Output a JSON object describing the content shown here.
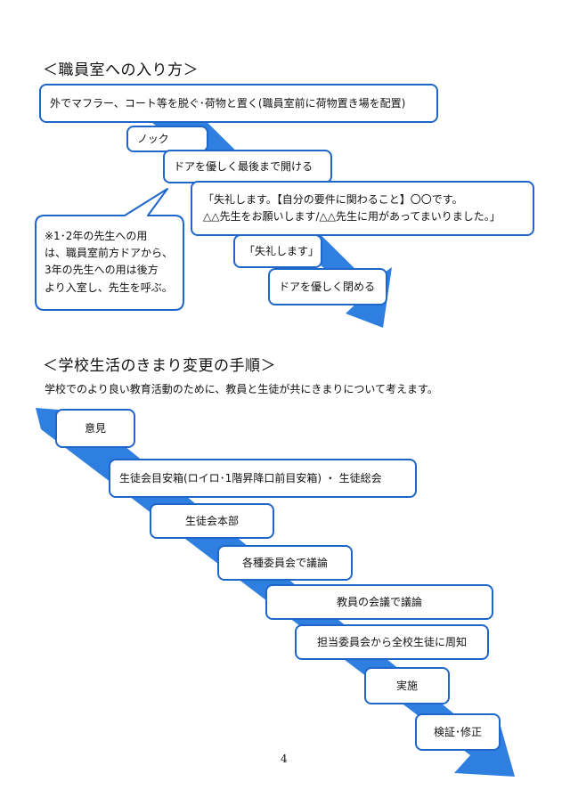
{
  "section1": {
    "heading": "＜職員室への入り方＞",
    "steps": [
      "外でマフラー、コート等を脱ぐ･荷物と置く(職員室前に荷物置き場を配置)",
      "ノック",
      "ドアを優しく最後まで開ける",
      "「失礼します。【自分の要件に関わること】〇〇です。",
      "△△先生をお願いします/△△先生に用があってまいりました。」",
      "「失礼します」",
      "ドアを優しく閉める"
    ],
    "note_lines": [
      "※1･2年の先生への用",
      "は、職員室前方ドアから、",
      "3年の先生への用は後方",
      "より入室し、先生を呼ぶ。"
    ]
  },
  "section2": {
    "heading": "＜学校生活のきまり変更の手順＞",
    "intro": "学校でのより良い教育活動のために、教員と生徒が共にきまりについて考えます。",
    "steps": [
      "意見",
      "生徒会目安箱(ロイロ･1階昇降口前目安箱) ・ 生徒総会",
      "生徒会本部",
      "各種委員会で議論",
      "教員の会議で議論",
      "担当委員会から全校生徒に周知",
      "実施",
      "検証･修正"
    ]
  },
  "page_number": "4",
  "colors": {
    "accent": "#2e7fe0",
    "border": "#1f66c9"
  }
}
